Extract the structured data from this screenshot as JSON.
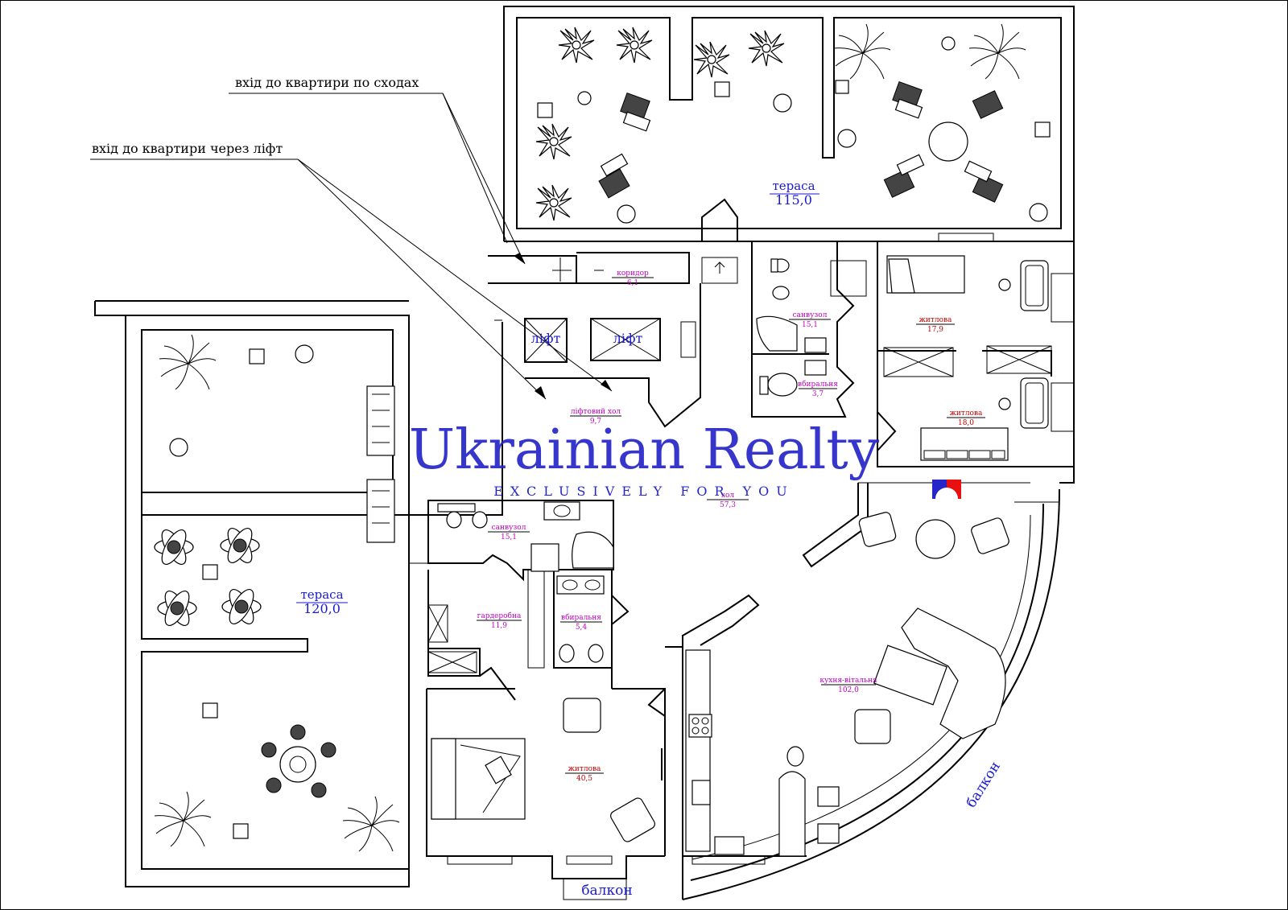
{
  "annotations": {
    "stairs_entry": "вхід до квартири по сходах",
    "lift_entry": "вхід до квартири через ліфт"
  },
  "watermark": {
    "title": "Ukrainian Realty",
    "subtitle": "EXCLUSIVELY FOR YOU"
  },
  "terraces": {
    "north": {
      "label": "тераса",
      "area": "115,0"
    },
    "west": {
      "label": "тераса",
      "area": "120,0"
    }
  },
  "lifts": [
    "ліфт",
    "ліфт"
  ],
  "balconies": [
    "балкон",
    "балкон"
  ],
  "rooms": {
    "corridor": {
      "label": "коридор",
      "area": "6,1"
    },
    "bath_north": {
      "label": "санвузол",
      "area": "15,1"
    },
    "living_ne1": {
      "label": "житлова",
      "area": "17,9"
    },
    "wc_north": {
      "label": "вбиральня",
      "area": "3,7"
    },
    "living_ne2": {
      "label": "житлова",
      "area": "18,0"
    },
    "lift_hall": {
      "label": "ліфтовий хол",
      "area": "9,7"
    },
    "hall": {
      "label": "хол",
      "area": "57,3"
    },
    "bath_west": {
      "label": "санвузол",
      "area": "15,1"
    },
    "wardrobe": {
      "label": "гардеробна",
      "area": "11,9"
    },
    "wc_west": {
      "label": "вбиральня",
      "area": "5,4"
    },
    "kitchen_living": {
      "label": "кухня-вітальня",
      "area": "102,0"
    },
    "living_sw": {
      "label": "житлова",
      "area": "40,5"
    }
  },
  "colors": {
    "label_magenta": "#c000c0",
    "label_red": "#c00000",
    "terrace_blue": "#1a1ad0",
    "watermark_blue": "#2626c8"
  }
}
